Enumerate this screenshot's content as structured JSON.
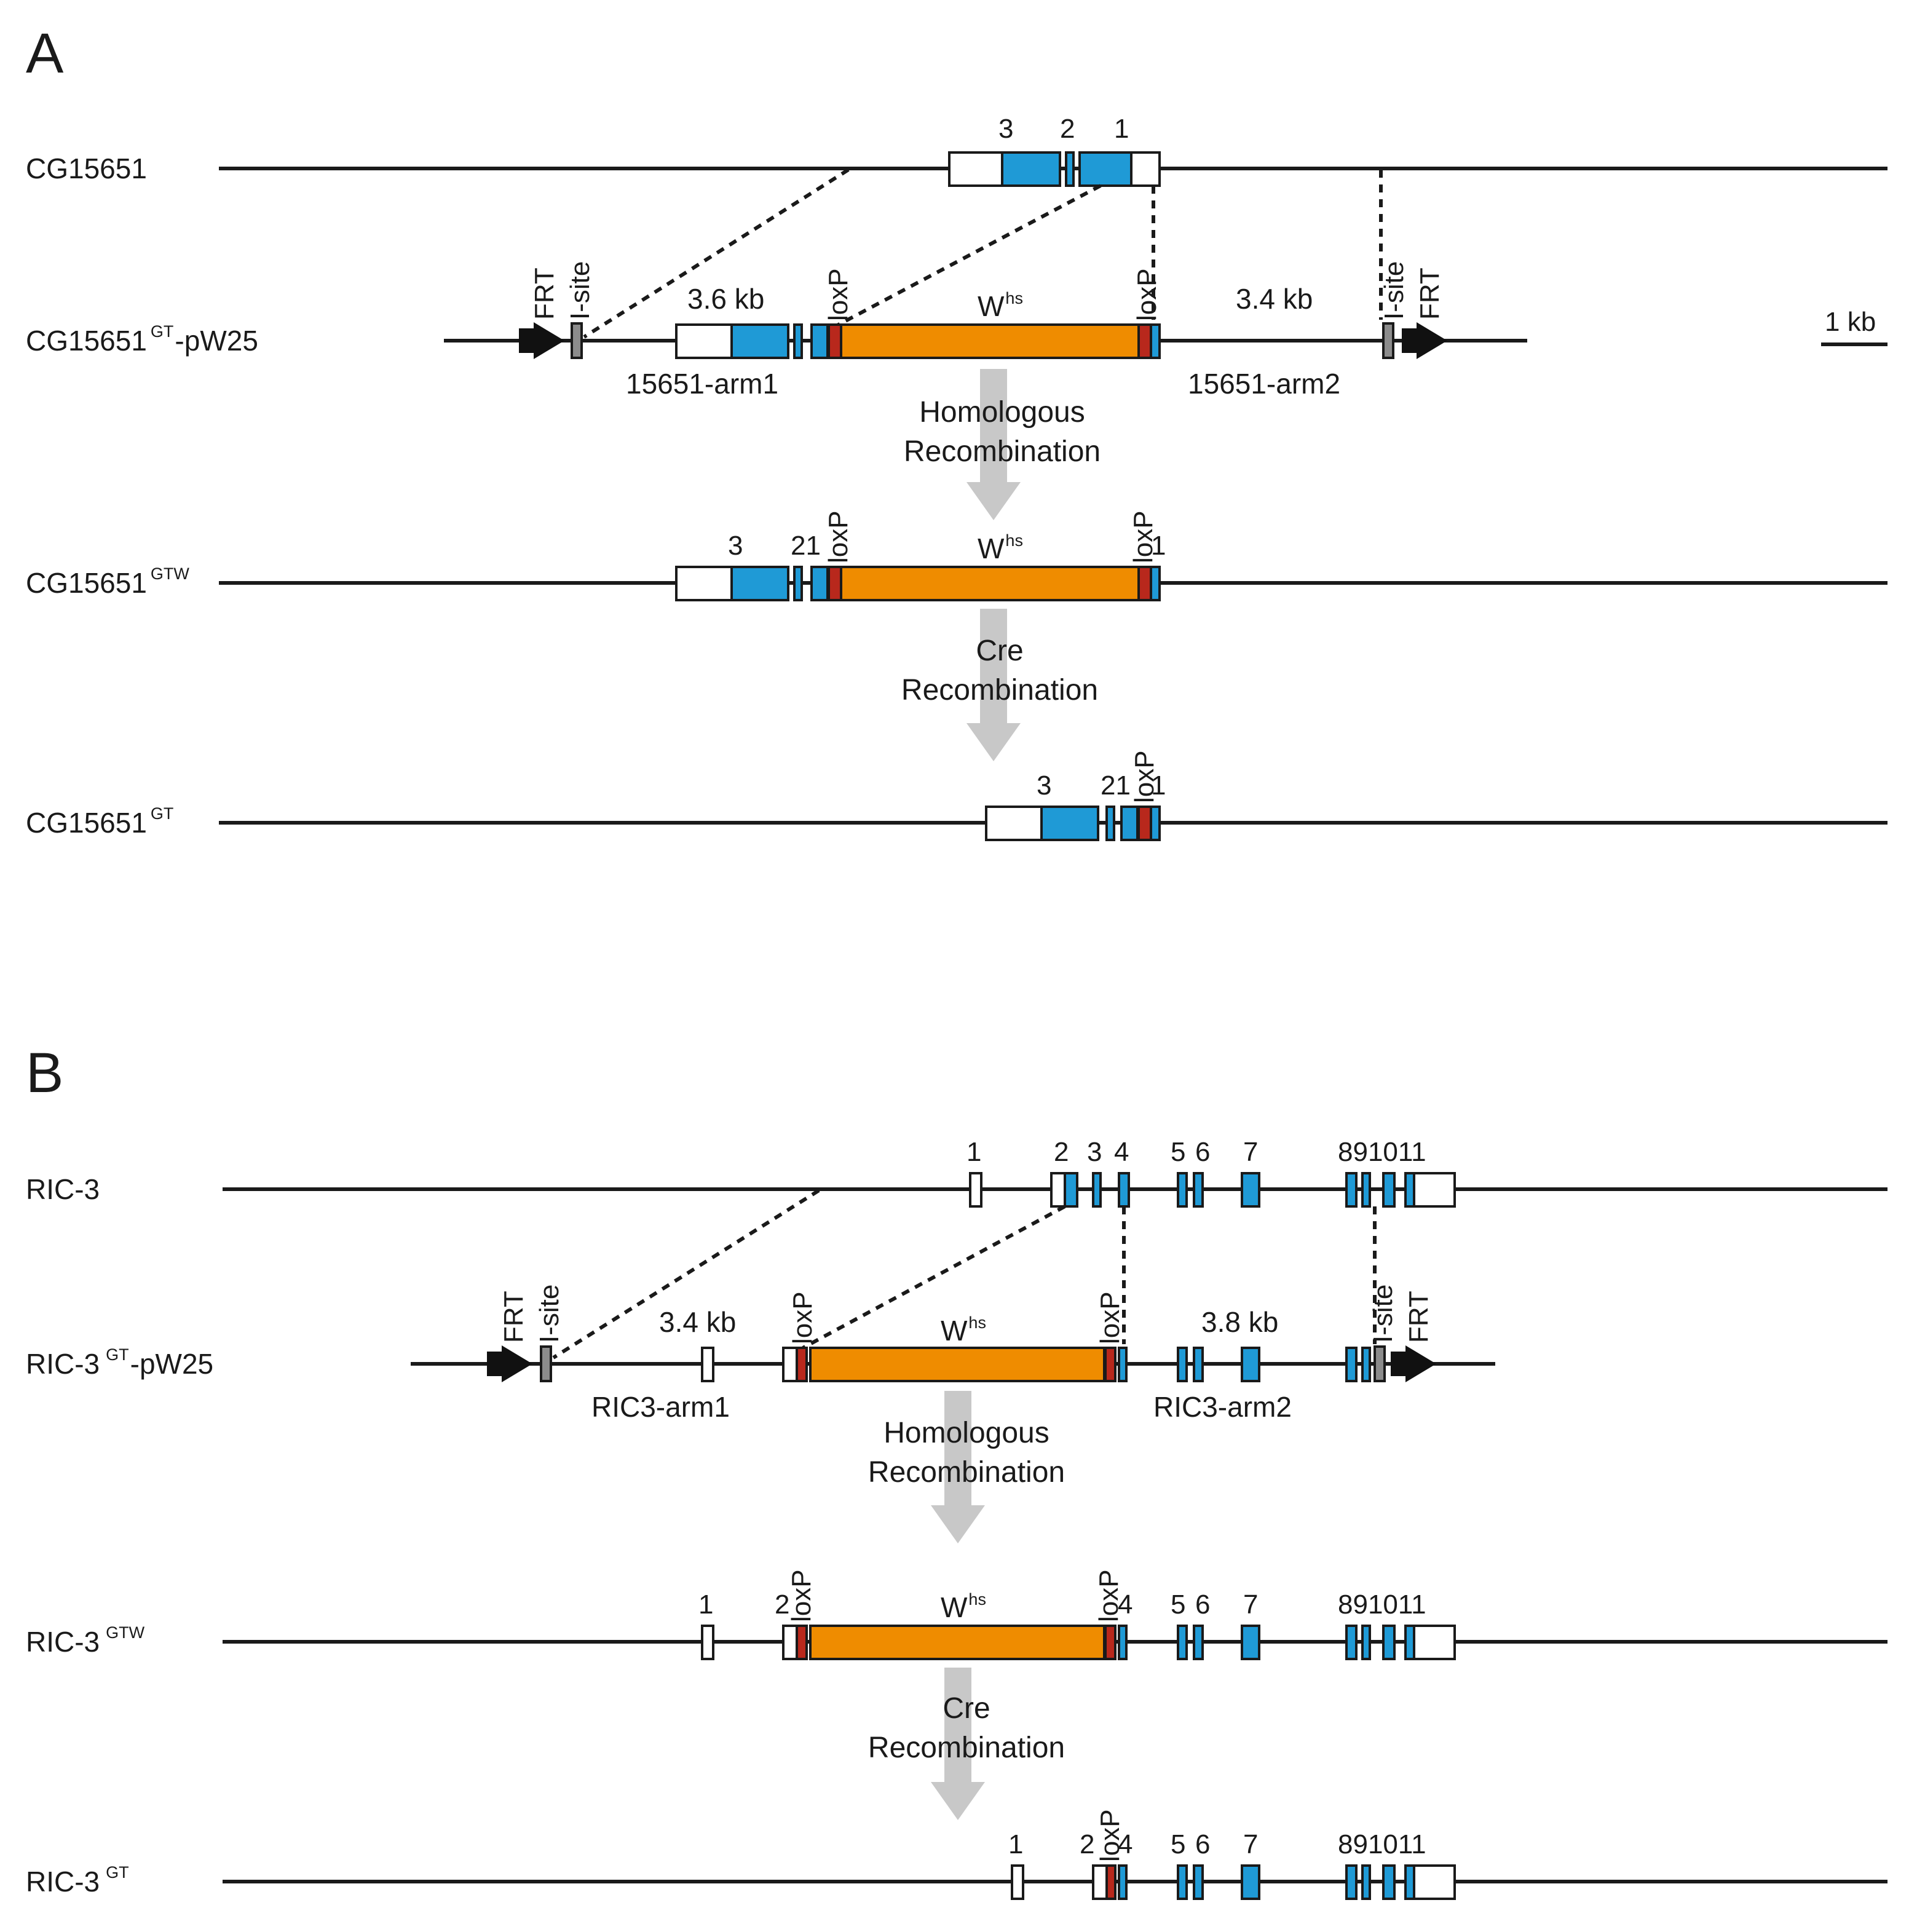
{
  "panels": [
    {
      "letter": "A"
    },
    {
      "letter": "B"
    }
  ],
  "scale_bar": {
    "label": "1 kb"
  },
  "colors": {
    "exon_coding": "#1f9ad6",
    "exon_utr": "#ffffff",
    "white_hs": "#ef8c00",
    "loxP": "#b8281c",
    "i_site": "#8c8c8c",
    "frt": "#111111",
    "flow_arrow": "#c8c8c8"
  },
  "rows": [
    {
      "name": "CG15651",
      "sup": "",
      "suffix": ""
    },
    {
      "name": "CG15651",
      "sup": "GT",
      "suffix": "-pW25"
    },
    {
      "name": "CG15651",
      "sup": "GTW",
      "suffix": ""
    },
    {
      "name": "CG15651",
      "sup": "GT",
      "suffix": ""
    },
    {
      "name": "RIC-3",
      "sup": "",
      "suffix": ""
    },
    {
      "name": "RIC-3",
      "sup": "GT",
      "suffix": "-pW25"
    },
    {
      "name": "RIC-3",
      "sup": "GTW",
      "suffix": ""
    },
    {
      "name": "RIC-3",
      "sup": "GT",
      "suffix": ""
    }
  ],
  "exon_numbers": {
    "a1": [
      "3",
      "2",
      "1"
    ],
    "a3": [
      "3",
      "21",
      "1"
    ],
    "a4": [
      "3",
      "21",
      "1"
    ],
    "b1": [
      "1",
      "2",
      "3",
      "4",
      "5",
      "6",
      "7",
      "891011"
    ],
    "b3": [
      "1",
      "2",
      "4",
      "5",
      "6",
      "7",
      "891011"
    ],
    "b4": [
      "1",
      "2",
      "4",
      "5",
      "6",
      "7",
      "891011"
    ]
  },
  "site_labels": {
    "frt": "FRT",
    "isite": "I-site",
    "loxp": "loxP"
  },
  "white_label": {
    "main": "W",
    "sup": "hs"
  },
  "arm_sizes": {
    "a_left": "3.6 kb",
    "a_right": "3.4 kb",
    "b_left": "3.4 kb",
    "b_right": "3.8 kb"
  },
  "arm_names": {
    "a_left": "15651-arm1",
    "a_right": "15651-arm2",
    "b_left": "RIC3-arm1",
    "b_right": "RIC3-arm2"
  },
  "steps": {
    "homologous": [
      "Homologous",
      "Recombination"
    ],
    "cre": [
      "Cre",
      "Recombination"
    ]
  }
}
